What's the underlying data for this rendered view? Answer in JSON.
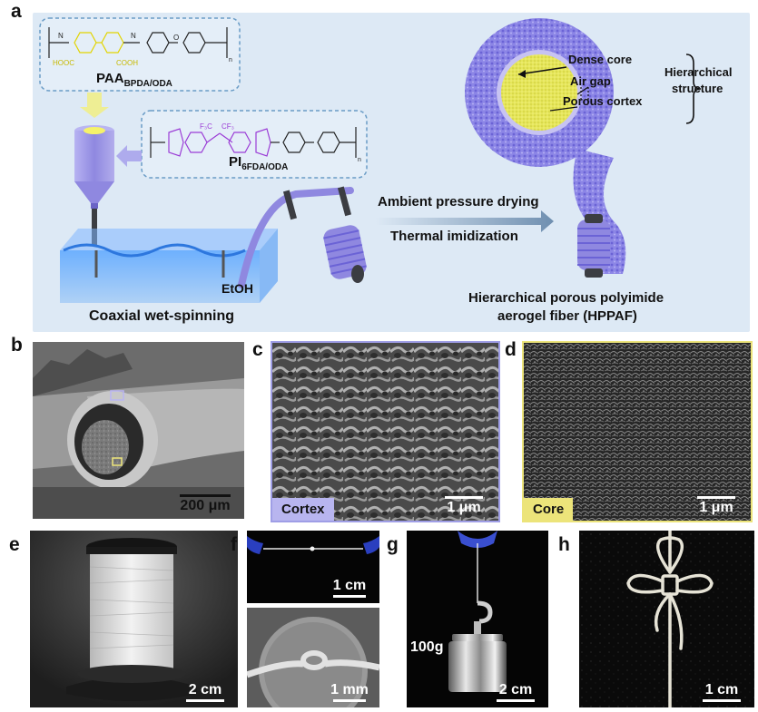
{
  "panel_labels": {
    "a": "a",
    "b": "b",
    "c": "c",
    "d": "d",
    "e": "e",
    "f": "f",
    "g": "g",
    "h": "h"
  },
  "schematic": {
    "paa_label": "PAA",
    "paa_sub": "BPDA/ODA",
    "pi_label": "PI",
    "pi_sub": "6FDA/ODA",
    "pi_cf3_left": "F₃C",
    "pi_cf3_right": "CF₃",
    "paa_hooc": "HOOC",
    "paa_cooh": "COOH",
    "chem_n": "n",
    "etoh": "EtOH",
    "coaxial": "Coaxial wet-spinning",
    "step1": "Ambient pressure drying",
    "step2": "Thermal imidization",
    "dense_core": "Dense core",
    "air_gap": "Air gap",
    "porous_cortex": "Porous cortex",
    "hier_line1": "Hierarchical",
    "hier_line2": "structure",
    "product_line1": "Hierarchical porous polyimide",
    "product_line2": "aerogel fiber (HPPAF)"
  },
  "micro": {
    "b_scale": "200 μm",
    "c_tag": "Cortex",
    "c_scale": "1 μm",
    "d_tag": "Core",
    "d_scale": "1 μm"
  },
  "photos": {
    "e_scale": "2 cm",
    "f_top_scale": "1 cm",
    "f_bottom_scale": "1 mm",
    "g_weight": "100g",
    "g_scale": "2 cm",
    "h_scale": "1 cm"
  },
  "colors": {
    "schematic_bg": "#dce8f5",
    "paa_yellow": "#e2d400",
    "pi_purple": "#9b3dd6",
    "fiber_purple": "#8f88e0",
    "cortex_border": "#9f9ee6",
    "core_border": "#ece47a",
    "bath_blue": "#3f8ef0"
  }
}
